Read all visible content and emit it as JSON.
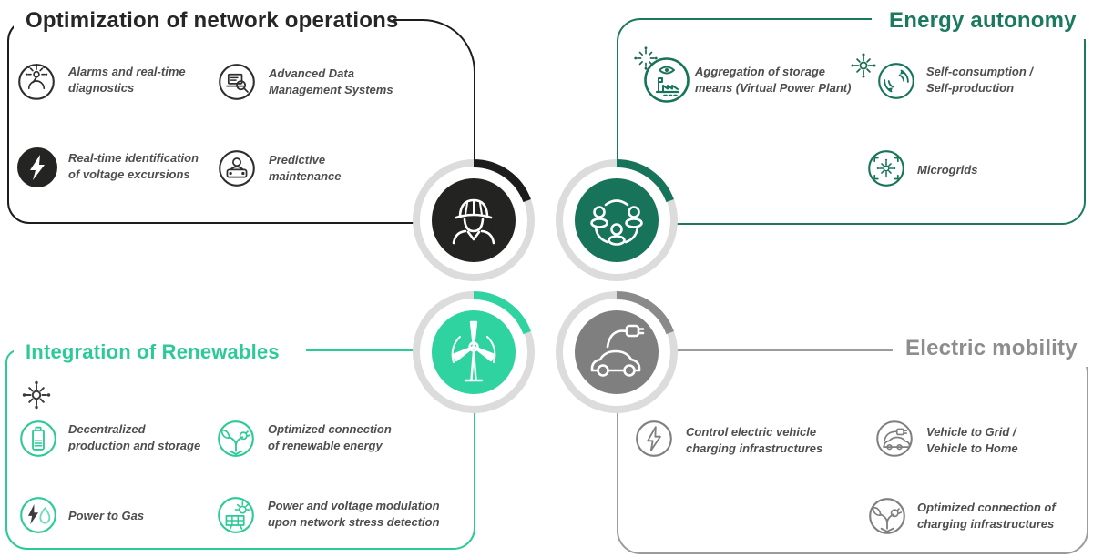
{
  "palette": {
    "background": "#ffffff",
    "item_text": "#4e4e4e",
    "ring_gray": "#dcdcdc",
    "network_black": "#1c1c1c",
    "network_disc": "#232321",
    "energy_green": "#1b7a5e",
    "energy_disc": "#17735a",
    "renewables_green": "#2bca96",
    "renewables_disc": "#2ed3a0",
    "mobility_gray": "#9c9c9c",
    "mobility_disc": "#7f7f7f"
  },
  "quadrants": {
    "network": {
      "title": "Optimization of network operations",
      "items": [
        {
          "icon": "alarms-diagnostics-icon",
          "lines": [
            "Alarms and real-time",
            "diagnostics"
          ]
        },
        {
          "icon": "data-management-icon",
          "lines": [
            "Advanced Data",
            "Management Systems"
          ]
        },
        {
          "icon": "voltage-excursions-icon",
          "lines": [
            "Real-time identification",
            "of voltage excursions"
          ]
        },
        {
          "icon": "predictive-maintenance-icon",
          "lines": [
            "Predictive",
            "maintenance"
          ]
        }
      ]
    },
    "energy": {
      "title": "Energy autonomy",
      "items": [
        {
          "icon": "storage-aggregation-icon",
          "lines": [
            "Aggregation of storage",
            "means (Virtual Power Plant)"
          ]
        },
        {
          "icon": "self-consumption-icon",
          "lines": [
            "Self-consumption /",
            "Self-production"
          ]
        },
        {
          "icon": "microgrids-icon",
          "lines": [
            "Microgrids"
          ]
        }
      ]
    },
    "renewables": {
      "title": "Integration of Renewables",
      "items": [
        {
          "icon": "battery-storage-icon",
          "lines": [
            "Decentralized",
            "production and storage"
          ]
        },
        {
          "icon": "renewable-connection-icon",
          "lines": [
            "Optimized connection",
            "of renewable energy"
          ]
        },
        {
          "icon": "power-to-gas-icon",
          "lines": [
            "Power to Gas"
          ]
        },
        {
          "icon": "solar-modulation-icon",
          "lines": [
            "Power and voltage modulation",
            "upon network stress detection"
          ]
        }
      ]
    },
    "mobility": {
      "title": "Electric mobility",
      "items": [
        {
          "icon": "ev-charging-control-icon",
          "lines": [
            "Control electric vehicle",
            "charging infrastructures"
          ]
        },
        {
          "icon": "vehicle-to-grid-icon",
          "lines": [
            "Vehicle to Grid /",
            "Vehicle to Home"
          ]
        },
        {
          "icon": "charging-connection-icon",
          "lines": [
            "Optimized connection of",
            "charging infrastructures"
          ]
        }
      ]
    }
  },
  "hubs": [
    {
      "name": "field-worker",
      "quadrant": "network"
    },
    {
      "name": "community-energy",
      "quadrant": "energy"
    },
    {
      "name": "wind-turbine",
      "quadrant": "renewables"
    },
    {
      "name": "electric-vehicle",
      "quadrant": "mobility"
    }
  ]
}
